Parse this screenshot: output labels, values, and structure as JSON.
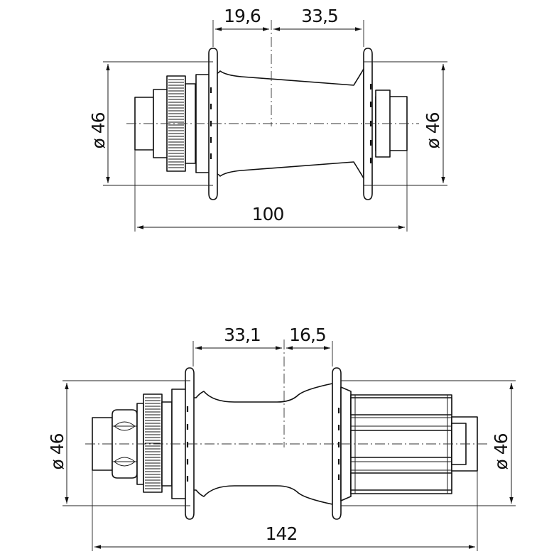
{
  "front_hub": {
    "dim_flange_left": "19,6",
    "dim_flange_right": "33,5",
    "dim_overall": "100",
    "dim_diameter_left": "ø 46",
    "dim_diameter_right": "ø 46"
  },
  "rear_hub": {
    "dim_flange_left": "33,1",
    "dim_flange_right": "16,5",
    "dim_overall": "142",
    "dim_diameter_left": "ø 46",
    "dim_diameter_right": "ø 46"
  }
}
